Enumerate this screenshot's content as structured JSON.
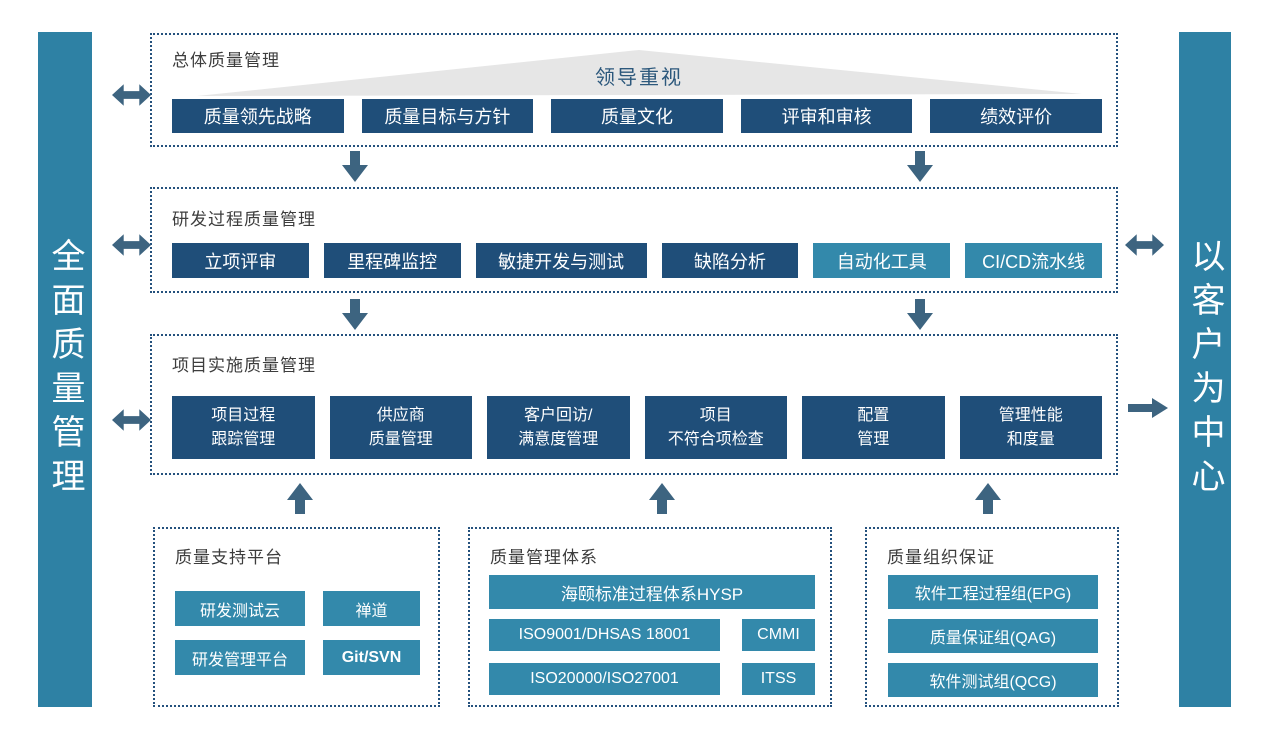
{
  "diagram": {
    "left_bar": "全面质量管理",
    "right_bar": "以客户为中心",
    "overall": {
      "title": "总体质量管理",
      "banner": "领导重视",
      "items": [
        "质量领先战略",
        "质量目标与方针",
        "质量文化",
        "评审和审核",
        "绩效评价"
      ]
    },
    "rnd": {
      "title": "研发过程质量管理",
      "items": [
        "立项评审",
        "里程碑监控",
        "敏捷开发与测试",
        "缺陷分析",
        "自动化工具",
        "CI/CD流水线"
      ]
    },
    "project": {
      "title": "项目实施质量管理",
      "items": [
        [
          "项目过程",
          "跟踪管理"
        ],
        [
          "供应商",
          "质量管理"
        ],
        [
          "客户回访/",
          "满意度管理"
        ],
        [
          "项目",
          "不符合项检查"
        ],
        [
          "配置",
          "管理"
        ],
        [
          "管理性能",
          "和度量"
        ]
      ]
    },
    "support": {
      "title": "质量支持平台",
      "items": [
        "研发测试云",
        "禅道",
        "研发管理平台",
        "Git/SVN"
      ]
    },
    "system": {
      "title": "质量管理体系",
      "main_item": "海颐标准过程体系HYSP",
      "items": [
        "ISO9001/DHSAS 18001",
        "CMMI",
        "ISO20000/ISO27001",
        "ITSS"
      ]
    },
    "org": {
      "title": "质量组织保证",
      "items": [
        "软件工程过程组(EPG)",
        "质量保证组(QAG)",
        "软件测试组(QCG)"
      ]
    },
    "colors": {
      "navy_button": "#1F4E79",
      "teal_button": "#3389AB",
      "side_bar": "#2E81A4",
      "arrow": "#3D6480",
      "dotted_border": "#24517D",
      "banner_triangle": "#E6E6E6"
    }
  }
}
